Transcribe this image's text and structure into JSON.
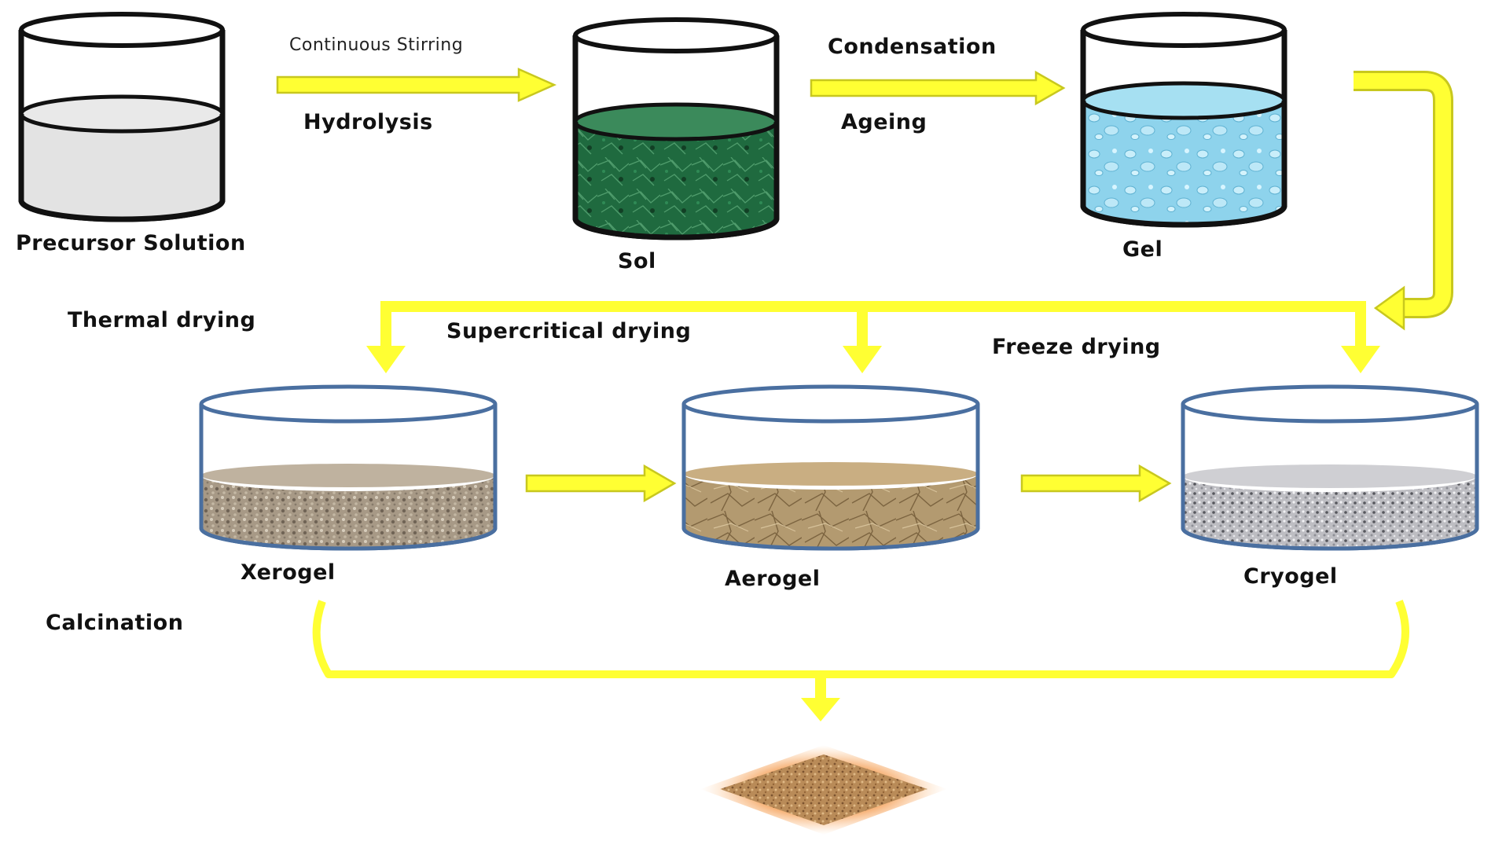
{
  "labels": {
    "continuous_stirring": "Continuous Stirring",
    "hydrolysis": "Hydrolysis",
    "condensation": "Condensation",
    "ageing": "Ageing",
    "precursor_solution": "Precursor Solution",
    "sol": "Sol",
    "gel": "Gel",
    "thermal_drying": "Thermal drying",
    "supercritical_drying": "Supercritical drying",
    "freeze_drying": "Freeze drying",
    "xerogel": "Xerogel",
    "aerogel": "Aerogel",
    "cryogel": "Cryogel",
    "calcination": "Calcination"
  },
  "colors": {
    "arrow_fill": "#ffff33",
    "arrow_stroke": "#c8c81e",
    "beaker_outline_dark": "#111111",
    "beaker_outline_blue": "#4a6fa0",
    "precursor_liquid": "#e2e2e2",
    "sol_liquid": "#1e6b3e",
    "gel_liquid": "#8fd3ec",
    "xerogel_material": "#a89a86",
    "aerogel_material": "#b59a6f",
    "cryogel_material": "#b9b9bd",
    "product_powder": "#b88a55"
  }
}
